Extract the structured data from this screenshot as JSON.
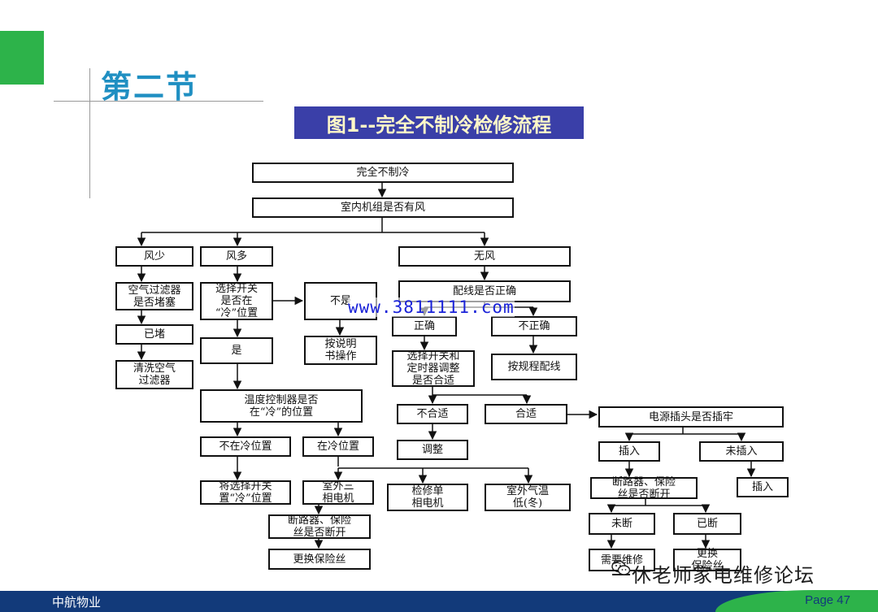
{
  "section_title": "第二节",
  "banner_title": "图1--完全不制冷检修流程",
  "watermark": "www.3811111.com",
  "forum_name": "一休老师家电维修论坛",
  "footer": {
    "company": "中航物业",
    "page": "Page 47"
  },
  "colors": {
    "accent_green": "#2db34a",
    "title_blue": "#1f8fc2",
    "banner_bg": "#3a3fa8",
    "footer_navy": "#123a7a"
  },
  "nodes": [
    {
      "id": "n_complete",
      "label": "完全不制冷"
    },
    {
      "id": "n_indoor",
      "label": "室内机组是否有风"
    },
    {
      "id": "n_low",
      "label": "风少"
    },
    {
      "id": "n_high",
      "label": "风多"
    },
    {
      "id": "n_none",
      "label": "无风"
    },
    {
      "id": "n_filter",
      "label": "空气过滤器\n是否堵塞"
    },
    {
      "id": "n_blocked",
      "label": "已堵"
    },
    {
      "id": "n_clean",
      "label": "清洗空气\n过滤器"
    },
    {
      "id": "n_switch",
      "label": "选择开关\n是否在\n“冷”位置"
    },
    {
      "id": "n_no",
      "label": "不是"
    },
    {
      "id": "n_manual",
      "label": "按说明\n书操作"
    },
    {
      "id": "n_yes",
      "label": "是"
    },
    {
      "id": "n_wiring",
      "label": "配线是否正确"
    },
    {
      "id": "n_correct",
      "label": "正确"
    },
    {
      "id": "n_incorrect",
      "label": "不正确"
    },
    {
      "id": "n_timer",
      "label": "选择开关和\n定时器调整\n是否合适"
    },
    {
      "id": "n_rewire",
      "label": "按规程配线"
    },
    {
      "id": "n_thermo",
      "label": "温度控制器是否\n在“冷”的位置"
    },
    {
      "id": "n_unsuit",
      "label": "不合适"
    },
    {
      "id": "n_suit",
      "label": "合适"
    },
    {
      "id": "n_adjust",
      "label": "调整"
    },
    {
      "id": "n_plug",
      "label": "电源插头是否插牢"
    },
    {
      "id": "n_notcold",
      "label": "不在冷位置"
    },
    {
      "id": "n_cold",
      "label": "在冷位置"
    },
    {
      "id": "n_setcold",
      "label": "将选择开关\n置“冷”位置"
    },
    {
      "id": "n_3phase",
      "label": "室外三\n相电机"
    },
    {
      "id": "n_1phase",
      "label": "检修单\n相电机"
    },
    {
      "id": "n_lowtemp",
      "label": "室外气温\n低(冬)"
    },
    {
      "id": "n_inserted",
      "label": "插入"
    },
    {
      "id": "n_notinserted",
      "label": "未插入"
    },
    {
      "id": "n_breaker1",
      "label": "断路器、保险\n丝是否断开"
    },
    {
      "id": "n_replace",
      "label": "更换保险丝"
    },
    {
      "id": "n_breaker2",
      "label": "断路器、保险\n丝是否断开"
    },
    {
      "id": "n_insert2",
      "label": "插入"
    },
    {
      "id": "n_notbroken",
      "label": "未断"
    },
    {
      "id": "n_broken",
      "label": "已断"
    },
    {
      "id": "n_repair",
      "label": "需要维修"
    },
    {
      "id": "n_replace2",
      "label": "更换\n保险丝"
    }
  ]
}
